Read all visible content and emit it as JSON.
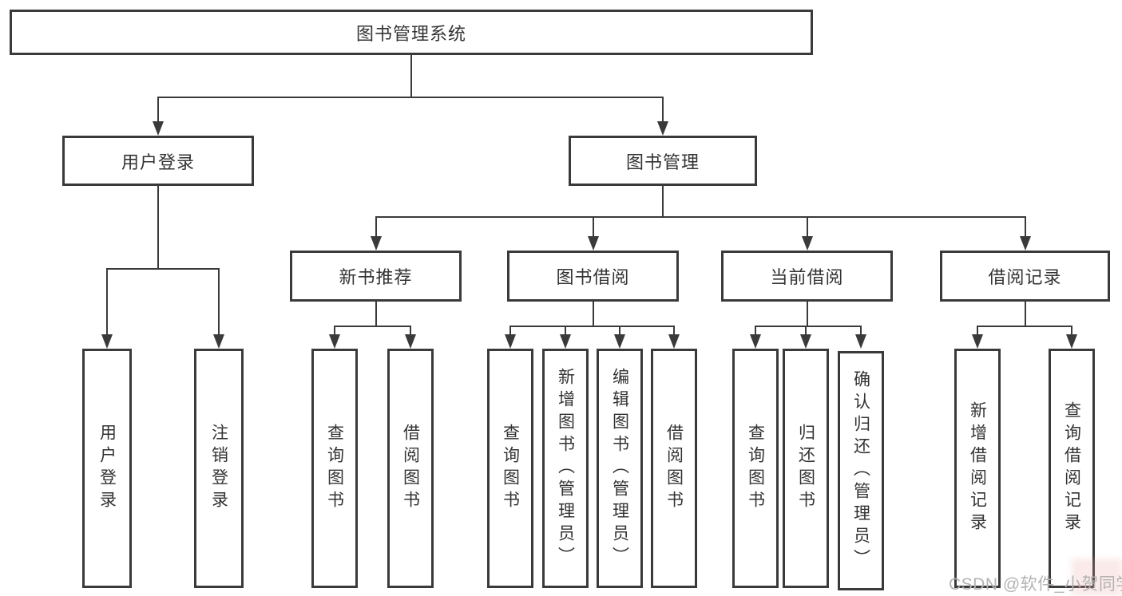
{
  "diagram": {
    "root": {
      "label": "图书管理系统"
    },
    "level2": [
      {
        "label": "用户登录"
      },
      {
        "label": "图书管理"
      }
    ],
    "level3": [
      {
        "label": "新书推荐"
      },
      {
        "label": "图书借阅"
      },
      {
        "label": "当前借阅"
      },
      {
        "label": "借阅记录"
      }
    ],
    "leaves": {
      "user_login": [
        "用户登录",
        "注销登录"
      ],
      "new_book": [
        "查询图书",
        "借阅图书"
      ],
      "book_borrow": [
        "查询图书",
        "新增图书（管理员）",
        "编辑图书（管理员）",
        "借阅图书"
      ],
      "current_borrow": [
        "查询图书",
        "归还图书",
        "确认归还（管理员）"
      ],
      "borrow_record": [
        "新增借阅记录",
        "查询借阅记录"
      ]
    }
  },
  "watermark": {
    "text": "CSDN @软件_小贺同学"
  },
  "colors": {
    "line": "#3a3a3a",
    "text": "#333333",
    "watermark": "#b3b3b3"
  }
}
